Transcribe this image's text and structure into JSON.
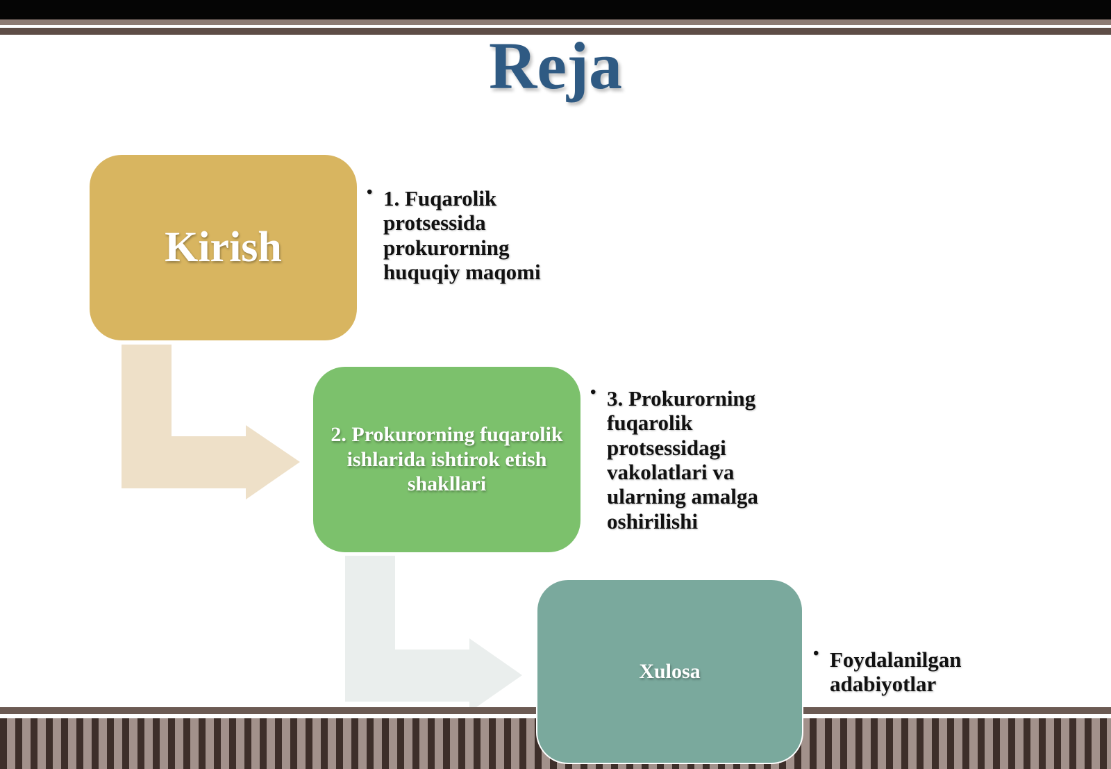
{
  "slide": {
    "title": "Reja"
  },
  "flow": {
    "boxes": [
      {
        "label": "Kirish",
        "color": "#d8b560"
      },
      {
        "label": "2. Prokurorning fuqarolik ishlarida ishtirok etish shakllari",
        "color": "#7cc16c"
      },
      {
        "label": "Xulosa",
        "color": "#7aa99d"
      }
    ],
    "bullets": [
      {
        "text": "1. Fuqarolik protsessida prokurorning huquqiy maqomi"
      },
      {
        "text": "3. Prokurorning fuqarolik protsessidagi vakolatlari va ularning amalga oshirilishi"
      },
      {
        "text": "Foydalanilgan adabiyotlar"
      }
    ],
    "arrow_colors": [
      "#eee0c8",
      "#eaeeed"
    ]
  }
}
